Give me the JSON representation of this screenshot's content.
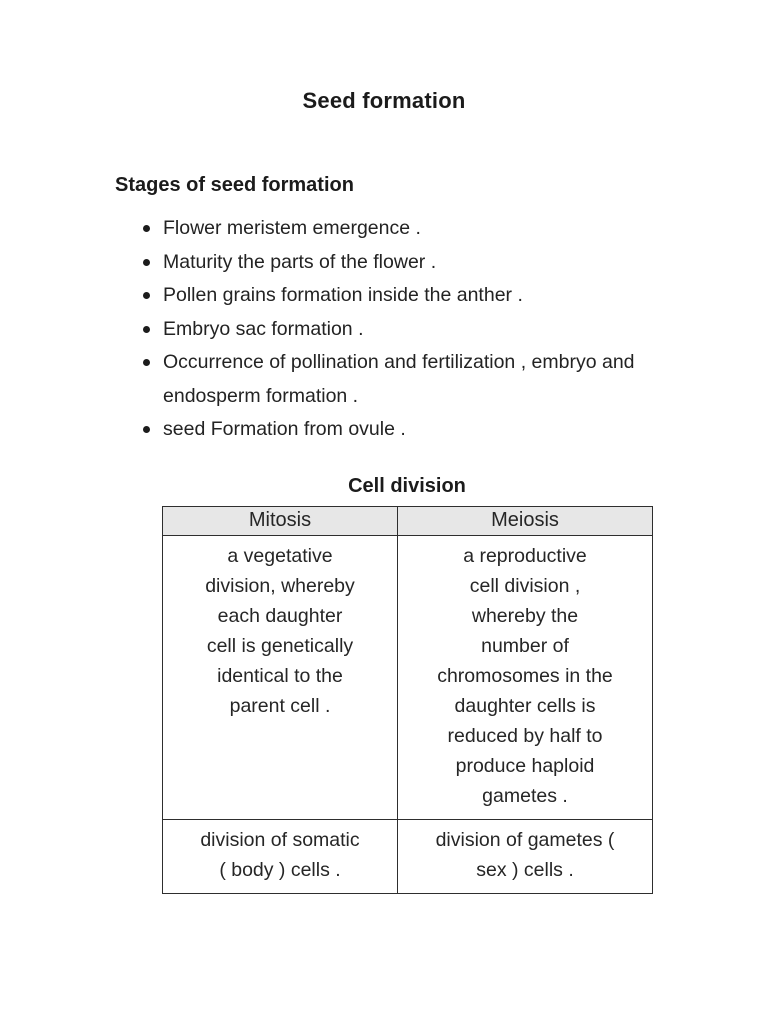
{
  "page": {
    "title": "Seed formation",
    "section_heading": "Stages of seed formation",
    "bullets": [
      "Flower meristem emergence .",
      "Maturity the parts of the flower .",
      "Pollen grains formation inside the anther .",
      "Embryo sac formation .",
      "Occurrence of pollination and fertilization , embryo and endosperm formation .",
      "seed Formation from ovule ."
    ],
    "table_title": "Cell division",
    "table": {
      "headers": [
        "Mitosis",
        "Meiosis"
      ],
      "rows": [
        [
          "a vegetative\ndivision, whereby\neach daughter\ncell is genetically\nidentical to the\nparent cell .",
          "a reproductive\ncell division ,\nwhereby the\nnumber of\nchromosomes in the\ndaughter cells is\nreduced by half to\nproduce haploid\ngametes ."
        ],
        [
          "division of somatic\n( body ) cells .",
          "division of gametes (\nsex ) cells ."
        ]
      ]
    },
    "colors": {
      "page_background": "#ffffff",
      "text": "#212121",
      "table_border": "#2e2e2e",
      "table_header_background": "#e7e7e7"
    }
  }
}
